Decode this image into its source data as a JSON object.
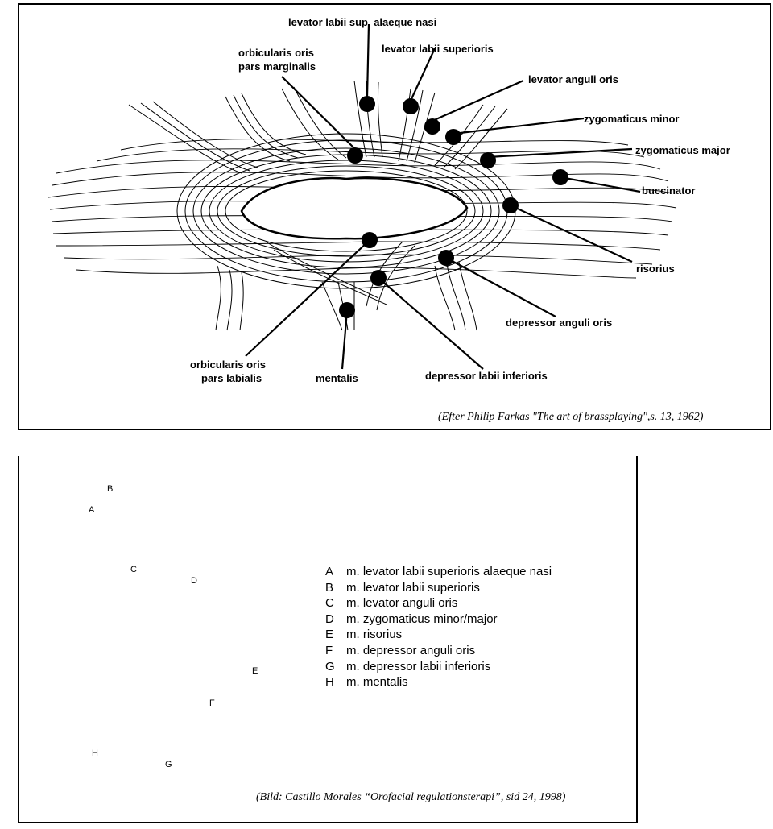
{
  "top_panel": {
    "labels": {
      "lev_alaeque": "levator labii sup. alaeque nasi",
      "orb_marg_1": "orbicularis oris",
      "orb_marg_2": "pars marginalis",
      "lev_sup": "levator labii superioris",
      "lev_ang": "levator anguli oris",
      "zyg_min": "zygomaticus minor",
      "zyg_maj": "zygomaticus major",
      "bucc": "buccinator",
      "ris": "risorius",
      "dep_ang": "depressor anguli oris",
      "orb_lab_1": "orbicularis oris",
      "orb_lab_2": "pars labialis",
      "mentalis": "mentalis",
      "dep_lab": "depressor labii inferioris"
    },
    "citation": "(Efter Philip Farkas \"The art of brassplaying\",s. 13, 1962)"
  },
  "bottom_panel": {
    "arrow_letters": [
      "A",
      "B",
      "C",
      "D",
      "E",
      "F",
      "G",
      "H"
    ],
    "legend": [
      {
        "key": "A",
        "text": "m. levator labii superioris alaeque nasi"
      },
      {
        "key": "B",
        "text": "m. levator labii superioris"
      },
      {
        "key": "C",
        "text": "m. levator anguli oris"
      },
      {
        "key": "D",
        "text": "m. zygomaticus minor/major"
      },
      {
        "key": "E",
        "text": "m. risorius"
      },
      {
        "key": "F",
        "text": "m. depressor anguli oris"
      },
      {
        "key": "G",
        "text": "m. depressor labii inferioris"
      },
      {
        "key": "H",
        "text": "m. mentalis"
      }
    ],
    "citation": "(Bild: Castillo Morales “Orofacial regulationsterapi”, sid 24, 1998)"
  },
  "colors": {
    "ink": "#000000",
    "paper": "#ffffff"
  }
}
